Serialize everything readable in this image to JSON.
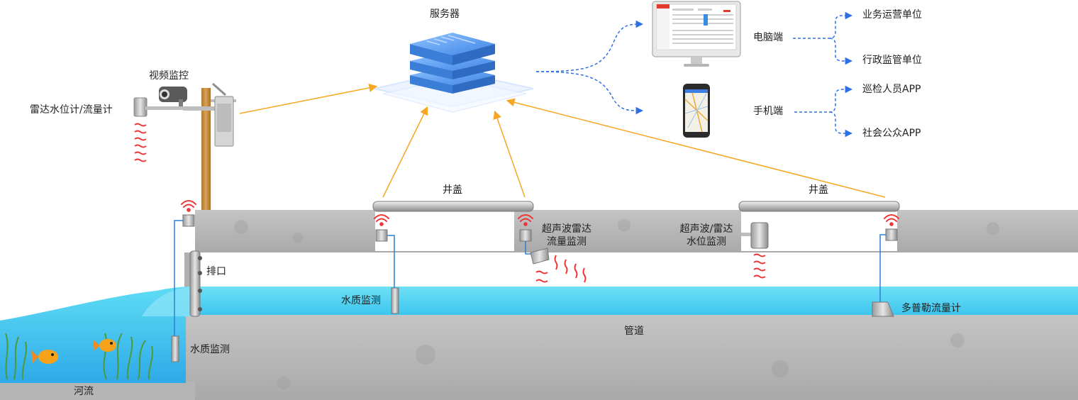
{
  "server": {
    "label": "服务器"
  },
  "client": {
    "pc_label": "电脑端",
    "mobile_label": "手机端",
    "pc_targets": [
      "业务运营单位",
      "行政监管单位"
    ],
    "mobile_targets": [
      "巡检人员APP",
      "社会公众APP"
    ]
  },
  "riverside": {
    "camera_label": "视频监控",
    "radar_label": "雷达水位计/流量计",
    "outlet_label": "排口",
    "river_quality_label": "水质监测",
    "river_label": "河流"
  },
  "manhole1": {
    "cover_label": "井盖",
    "ultrasonic_label": [
      "超声波雷达",
      "流量监测"
    ],
    "quality_label": "水质监测"
  },
  "manhole2": {
    "cover_label": "井盖",
    "level_label": [
      "超声波/雷达",
      "水位监测"
    ],
    "doppler_label": "多普勒流量计"
  },
  "pipe": {
    "label": "管道"
  },
  "colors": {
    "concrete": "#b9b9b9",
    "water": "#4fd3f0",
    "pipe_water": "#5ad6f2",
    "arrow_orange": "#f5a623",
    "arrow_blue": "#2f6fe4",
    "signal_red": "#ee3535",
    "server_blue": "#4a90e8",
    "pole_brown": "#c98f3e"
  }
}
